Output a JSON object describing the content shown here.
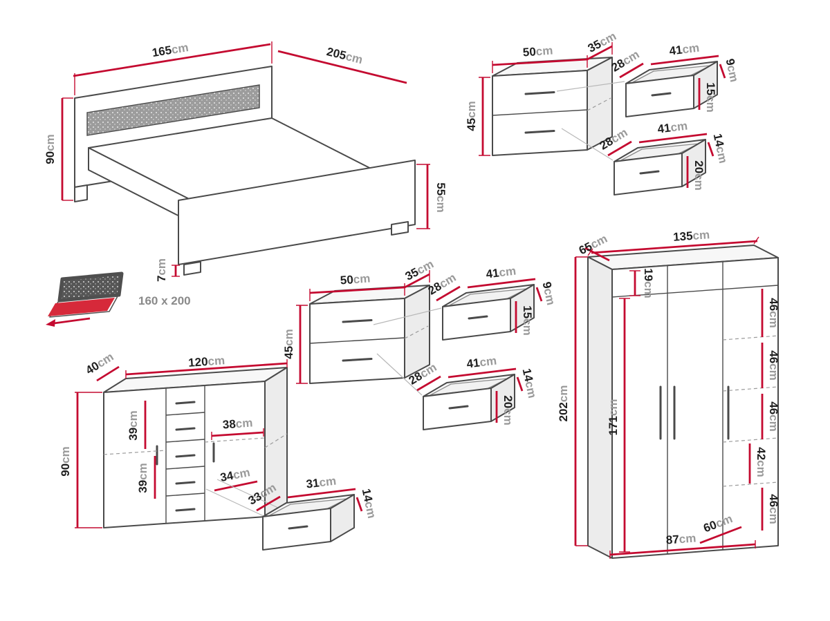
{
  "unit": "cm",
  "colors": {
    "dimension_accent": "#c40a30",
    "drawing_line": "#4a4a4a",
    "dashed_line": "#9b9b9b"
  },
  "bed": {
    "width": "165",
    "length": "205",
    "headboard_height": "90",
    "footboard_height": "55",
    "leg_height": "7",
    "mattress_size": "160 x 200"
  },
  "ns1": {
    "width": "50",
    "depth": "35",
    "height": "45",
    "d1": {
      "depth": "28",
      "width": "41",
      "front_height": "9",
      "box_height": "15"
    },
    "d2": {
      "depth": "28",
      "width": "41",
      "front_height": "14",
      "box_height": "20"
    }
  },
  "ns2": {
    "width": "50",
    "depth": "35",
    "height": "45",
    "d1": {
      "depth": "28",
      "width": "41",
      "front_height": "9",
      "box_height": "15"
    },
    "d2": {
      "depth": "28",
      "width": "41",
      "front_height": "14",
      "box_height": "20"
    }
  },
  "chest": {
    "depth": "40",
    "width": "120",
    "height": "90",
    "upper_inner_height": "39",
    "shelf_width": "38",
    "lower_inner_height": "39",
    "inner_drawer_width": "34",
    "drawer": {
      "depth": "33",
      "width": "31",
      "height": "14"
    }
  },
  "wardrobe": {
    "depth": "65",
    "width": "135",
    "height": "202",
    "inner_height": "171",
    "top_shelf_height": "19",
    "shelf1": "46",
    "shelf2": "46",
    "shelf3": "46",
    "shelf4": "42",
    "shelf5": "46",
    "inner_depth": "60",
    "inner_width": "87"
  }
}
